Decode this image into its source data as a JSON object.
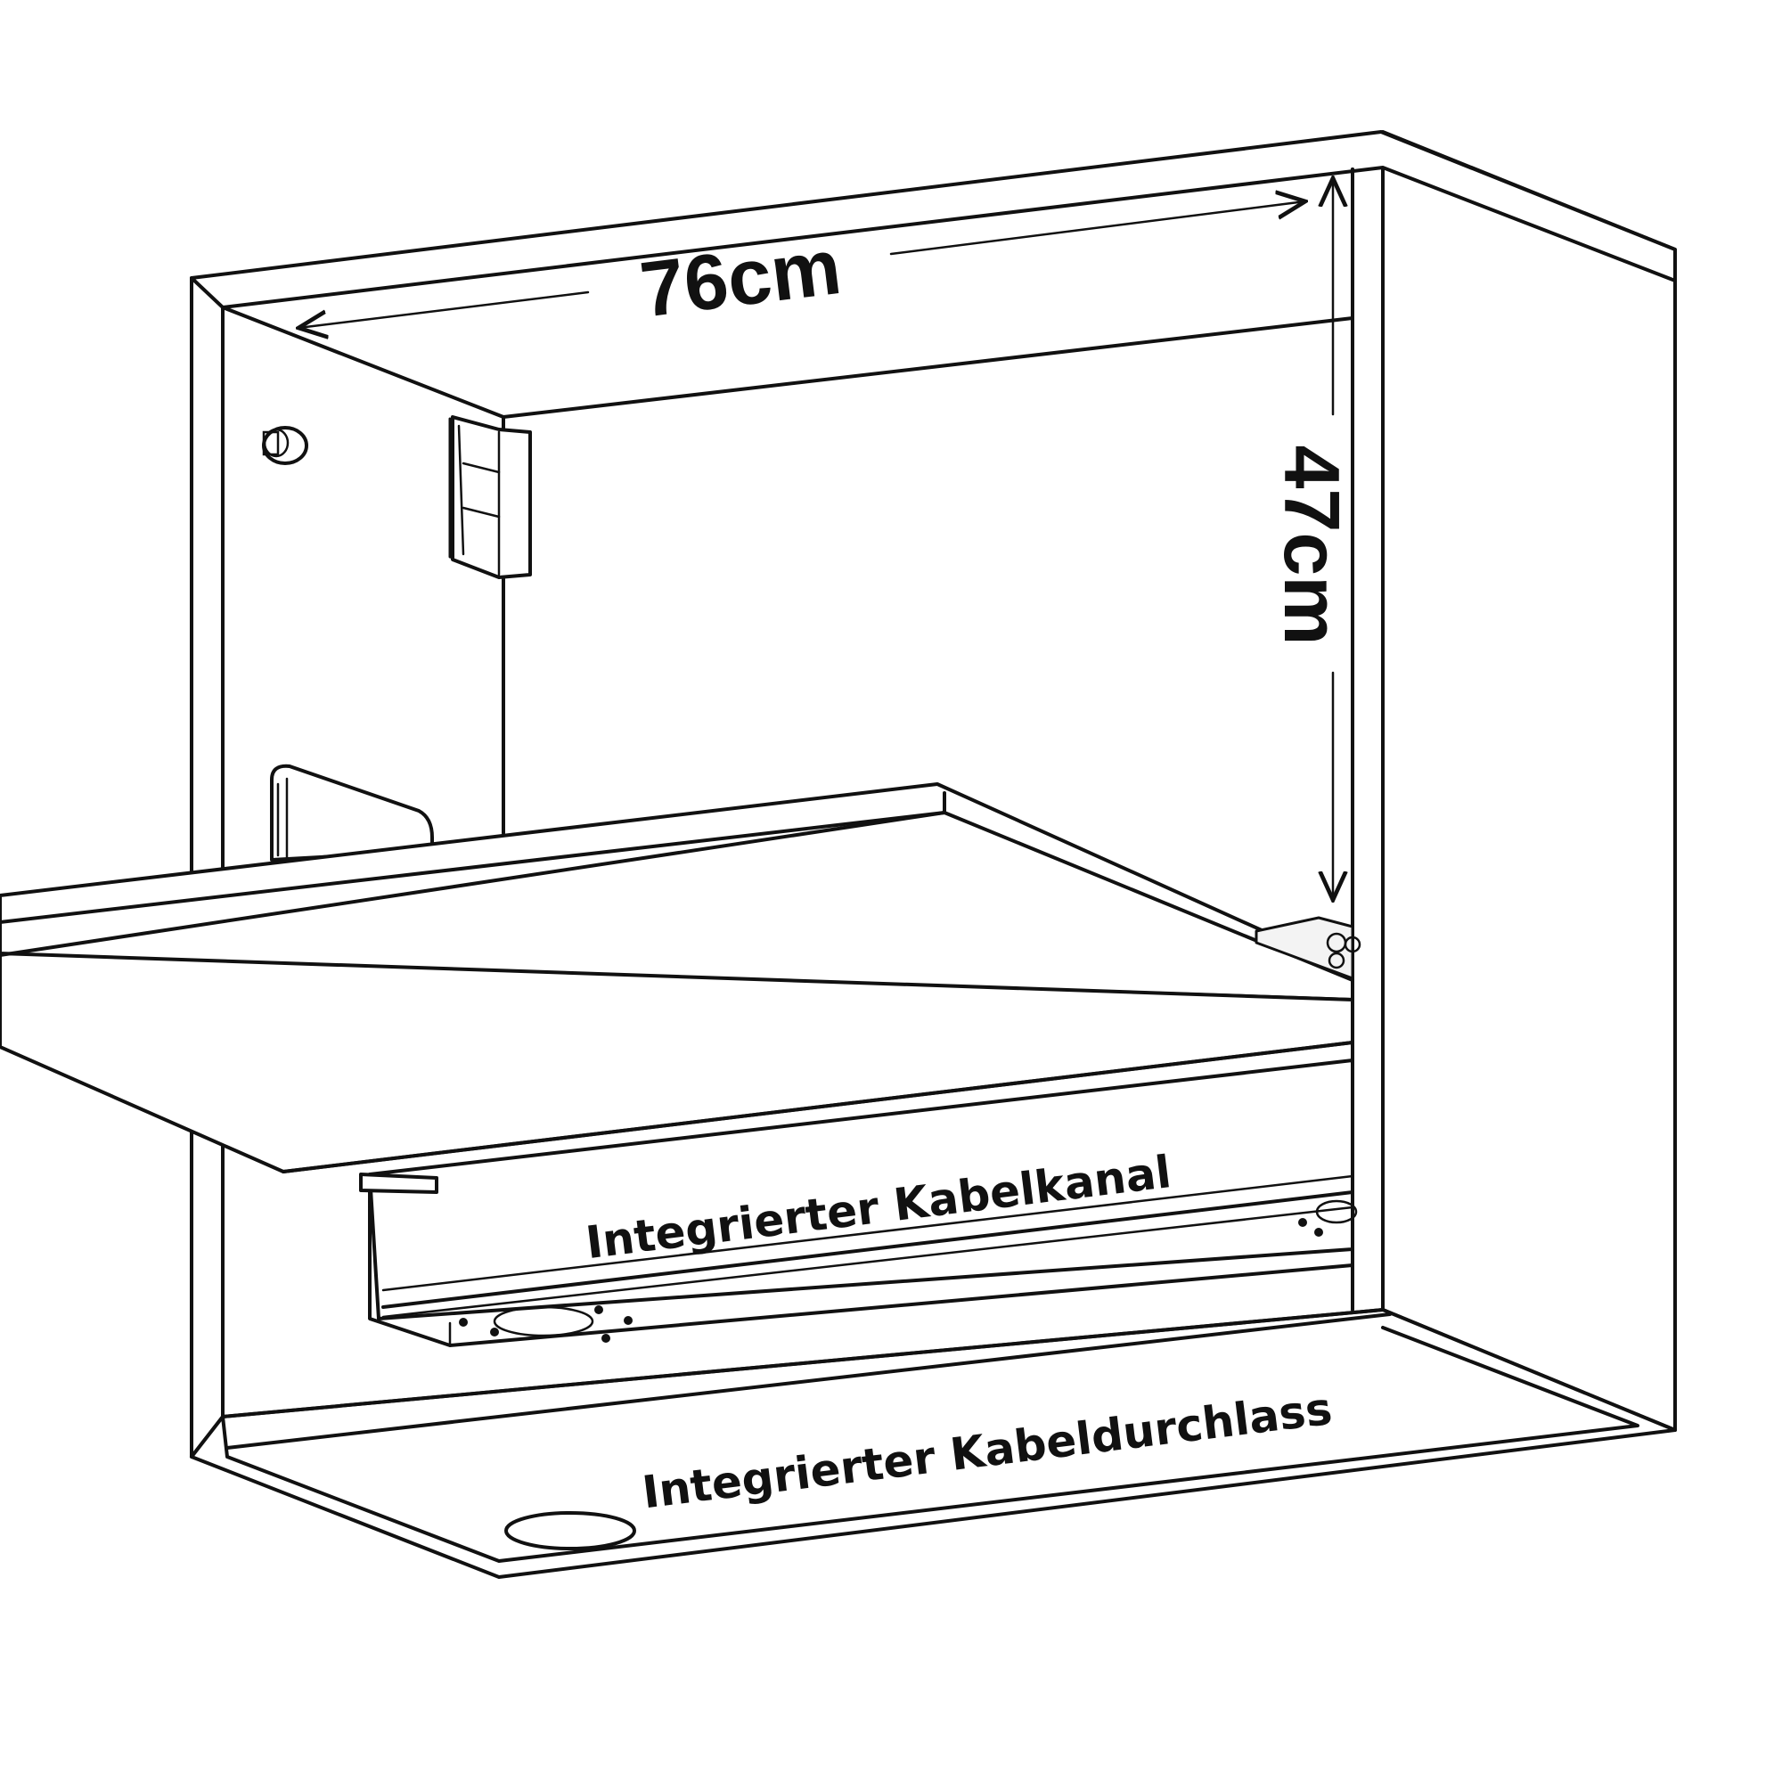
{
  "dimensions": {
    "width": "76cm",
    "height": "47cm"
  },
  "labels": {
    "cable_channel": "Integrierter Kabelkanal",
    "cable_passage": "Integrierter Kabeldurchlass"
  }
}
